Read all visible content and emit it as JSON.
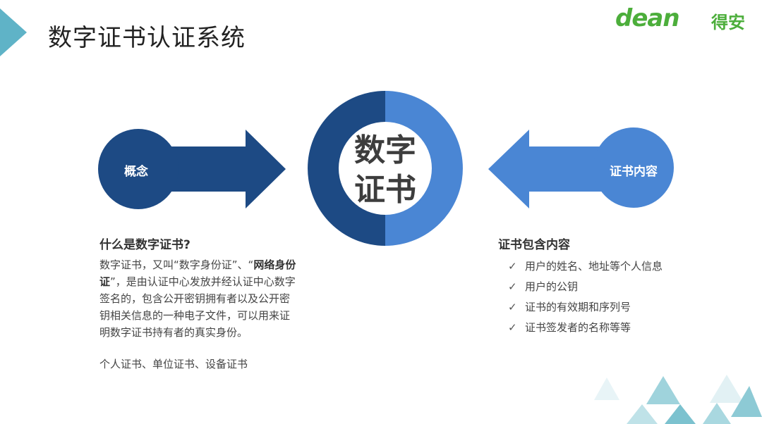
{
  "slide": {
    "title": "数字证书认证系统"
  },
  "logo": {
    "text_en": "dean",
    "text_cn": "得安"
  },
  "center": {
    "line1": "数字",
    "line2": "证书"
  },
  "left_bubble": {
    "label": "概念"
  },
  "right_bubble": {
    "label": "证书内容"
  },
  "left_panel": {
    "heading": "什么是数字证书?",
    "text_a": "数字证书，又叫“数字身份证”、“",
    "text_bold": "网络身份证",
    "text_b": "”，是由认证中心发放并经认证中心数字签名的，包含公开密钥拥有者以及公开密钥相关信息的一种电子文件，可以用来证明数字证书持有者的真实身份。",
    "types": "个人证书、单位证书、设备证书"
  },
  "right_panel": {
    "heading": "证书包含内容",
    "check_symbol": "✓",
    "items": [
      "用户的姓名、地址等个人信息",
      "用户的公钥",
      "证书的有效期和序列号",
      "证书签发者的名称等等"
    ]
  },
  "colors": {
    "dark_blue": "#1d4a84",
    "light_blue": "#4a86d4",
    "teal": "#5fb3c7",
    "green": "#4cae3b"
  }
}
